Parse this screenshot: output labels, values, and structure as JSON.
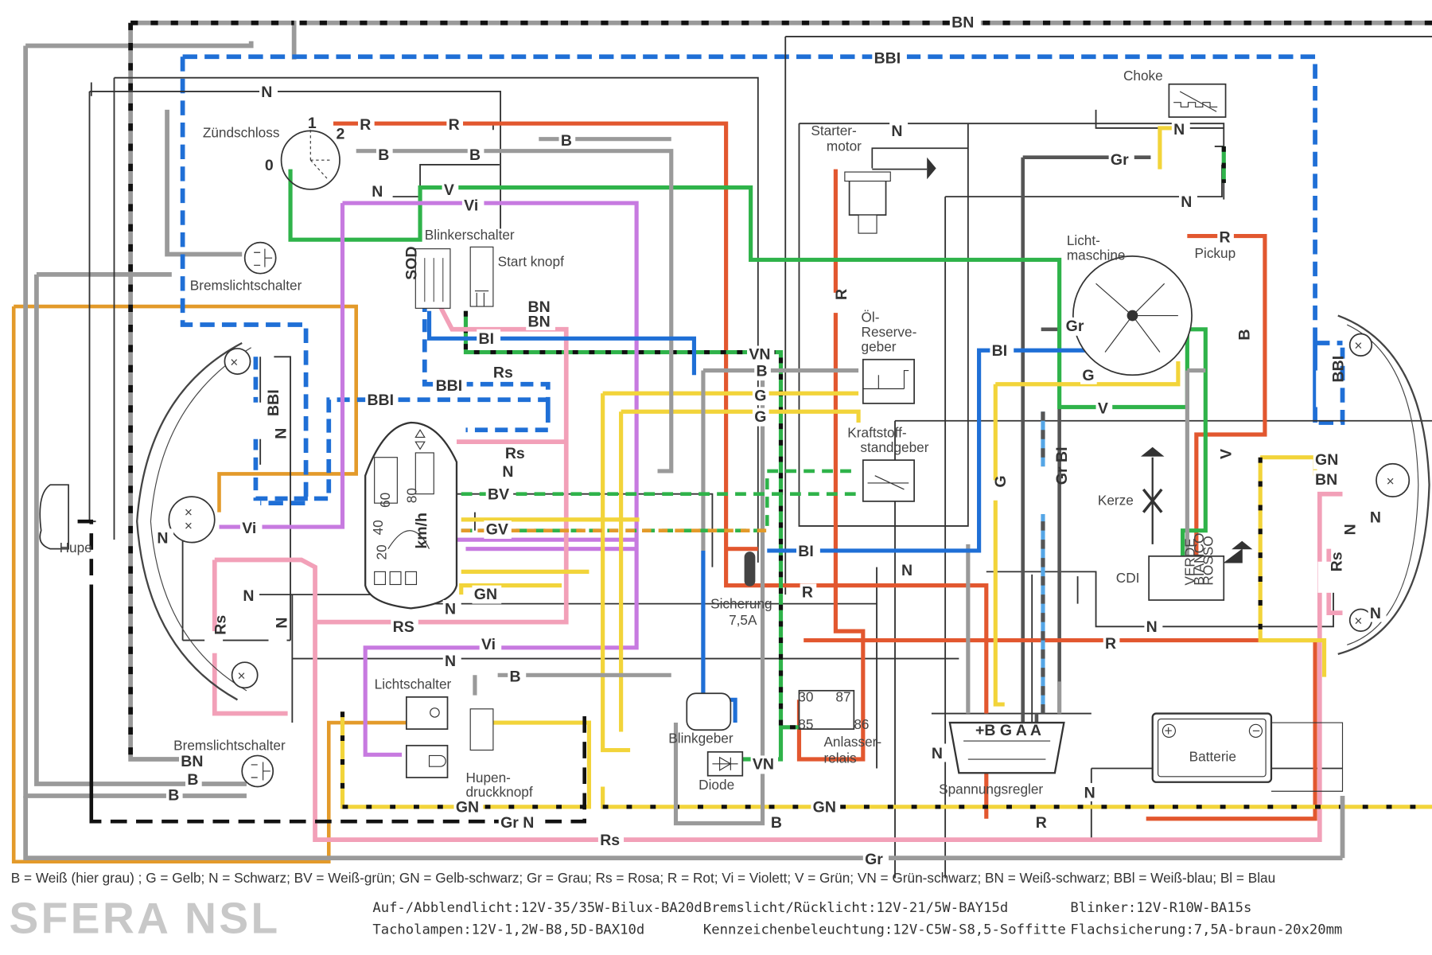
{
  "title": "SFERA NSL",
  "colors": {
    "B": "#9a9a9a",
    "G": "#f2d43a",
    "N": "#333333",
    "R": "#e2572f",
    "V": "#2fb34a",
    "Vi": "#c77ae0",
    "Rs": "#f2a0b8",
    "Bl": "#1f6fd6",
    "Gr": "#555555",
    "orange": "#e39a2a",
    "stripe": "#111111",
    "grbl": "#55a6e6"
  },
  "components": {
    "zuendschloss": "Zündschloss",
    "zuendschloss_pos": [
      "1",
      "2",
      "0"
    ],
    "bremslichtschalter_top": "Bremslichtschalter",
    "bremslichtschalter_bottom": "Bremslichtschalter",
    "blinkerschalter": "Blinkerschalter",
    "blinker_sod": "SOD",
    "startknopf": "Start knopf",
    "starter_motor": [
      "Starter-",
      "motor"
    ],
    "choke": "Choke",
    "lichtmaschine": [
      "Licht-",
      "maschine"
    ],
    "pickup": "Pickup",
    "oel_reserve": [
      "Öl-",
      "Reserve-",
      "geber"
    ],
    "kraftstoff": [
      "Kraftstoff-",
      "standgeber"
    ],
    "hupe": "Hupe",
    "kerze": "Kerze",
    "cdi": "CDI",
    "cdi_pins": [
      "VERDE",
      "BIANCO",
      "ROSSO"
    ],
    "sicherung": [
      "Sicherung",
      "7,5A"
    ],
    "blinkgeber": "Blinkgeber",
    "anlasserrelais": [
      "Anlasser-",
      "relais"
    ],
    "relais_pins": [
      "30",
      "87",
      "85",
      "86"
    ],
    "diode": "Diode",
    "spannungsregler": "Spannungsregler",
    "regler_pins": "+B G A A",
    "batterie": "Batterie",
    "lichtschalter": "Lichtschalter",
    "hupendruckknopf": [
      "Hupen-",
      "druckknopf"
    ],
    "tacho_speeds": [
      "20",
      "40",
      "60",
      "80"
    ],
    "tacho_unit": "km/h"
  },
  "wire_labels": {
    "BN": "BN",
    "BBI": "BBI",
    "N": "N",
    "R": "R",
    "B": "B",
    "V": "V",
    "Vi": "Vi",
    "Gr": "Gr",
    "G": "G",
    "Rs": "Rs",
    "RS": "RS",
    "BV": "BV",
    "GV": "GV",
    "GN": "GN",
    "VN": "VN",
    "BI": "BI",
    "GrBI": "Gr BI",
    "GrN": "Gr N"
  },
  "legend": "B = Weiß (hier grau) ; G = Gelb;  N =  Schwarz;  BV  =  Weiß-grün;  GN = Gelb-schwarz;  Gr = Grau;  Rs = Rosa;  R = Rot;  Vi = Violett;  V =  Grün;  VN = Grün-schwarz;  BN =  Weiß-schwarz;  BBl = Weiß-blau;  Bl = Blau",
  "specs": [
    "Auf-/Abblendlicht:12V-35/35W-Bilux-BA20d",
    "Bremslicht/Rücklicht:12V-21/5W-BAY15d",
    "Blinker:12V-R10W-BA15s",
    "Tacholampen:12V-1,2W-B8,5D-BAX10d",
    "Kennzeichenbeleuchtung:12V-C5W-S8,5-Soffitte",
    "Flachsicherung:7,5A-braun-20x20mm"
  ]
}
